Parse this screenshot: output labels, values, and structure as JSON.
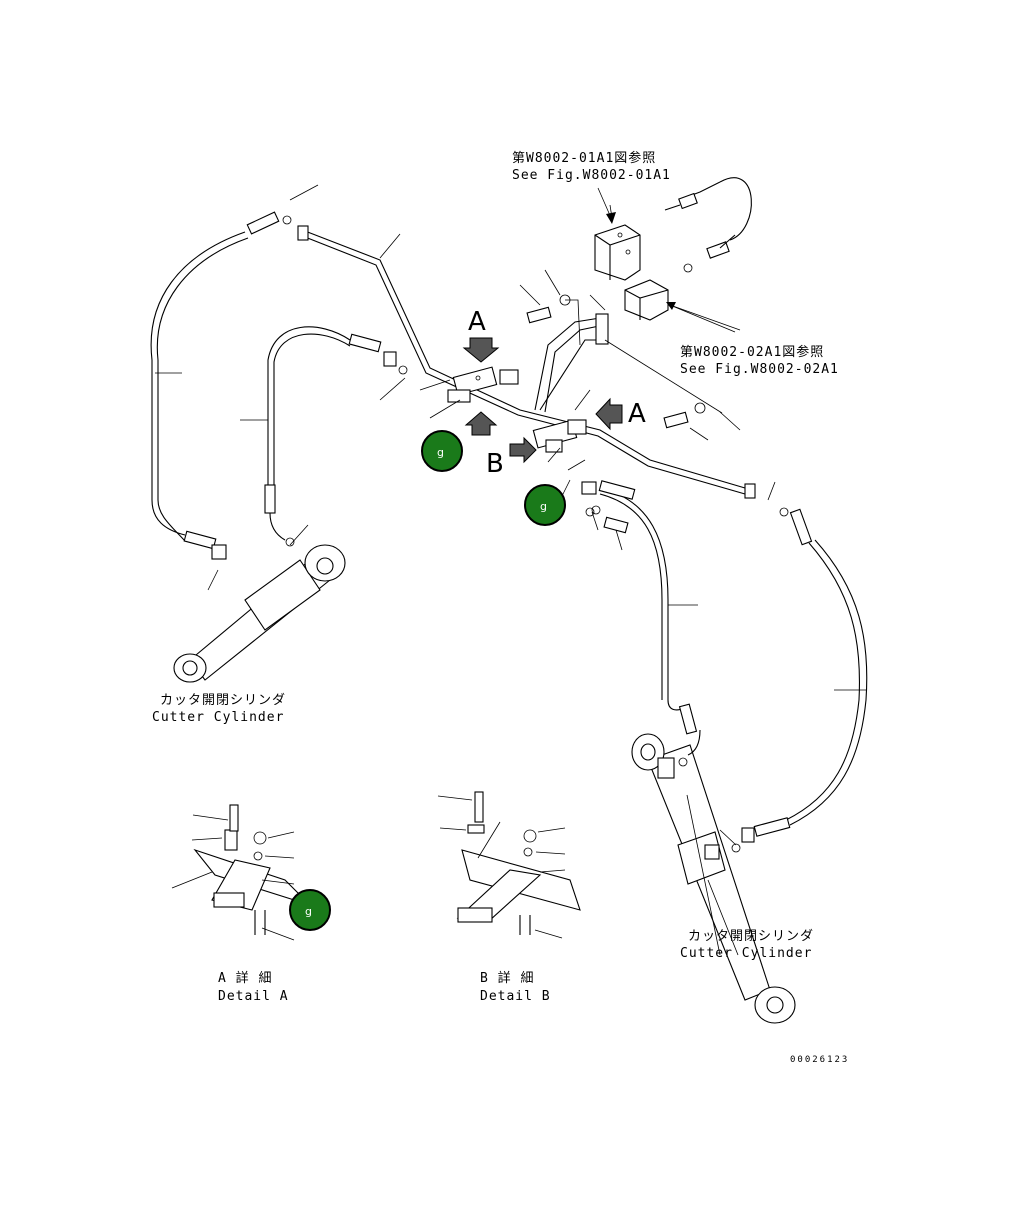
{
  "references": [
    {
      "jp": "第W8002-01A1図参照",
      "en": "See Fig.W8002-01A1"
    },
    {
      "jp": "第W8002-02A1図参照",
      "en": "See Fig.W8002-02A1"
    }
  ],
  "cylinders": [
    {
      "jp": "カッタ開閉シリンダ",
      "en": "Cutter Cylinder"
    },
    {
      "jp": "カッタ開閉シリンダ",
      "en": "Cutter Cylinder"
    }
  ],
  "details": [
    {
      "jp": "A 詳 細",
      "en": "Detail A"
    },
    {
      "jp": "B 詳 細",
      "en": "Detail B"
    }
  ],
  "view_arrows": {
    "a": "A",
    "b": "B"
  },
  "badges": [
    "g",
    "g",
    "g"
  ],
  "badge_color": "#1a7a1a",
  "drawing_number": "00026123"
}
